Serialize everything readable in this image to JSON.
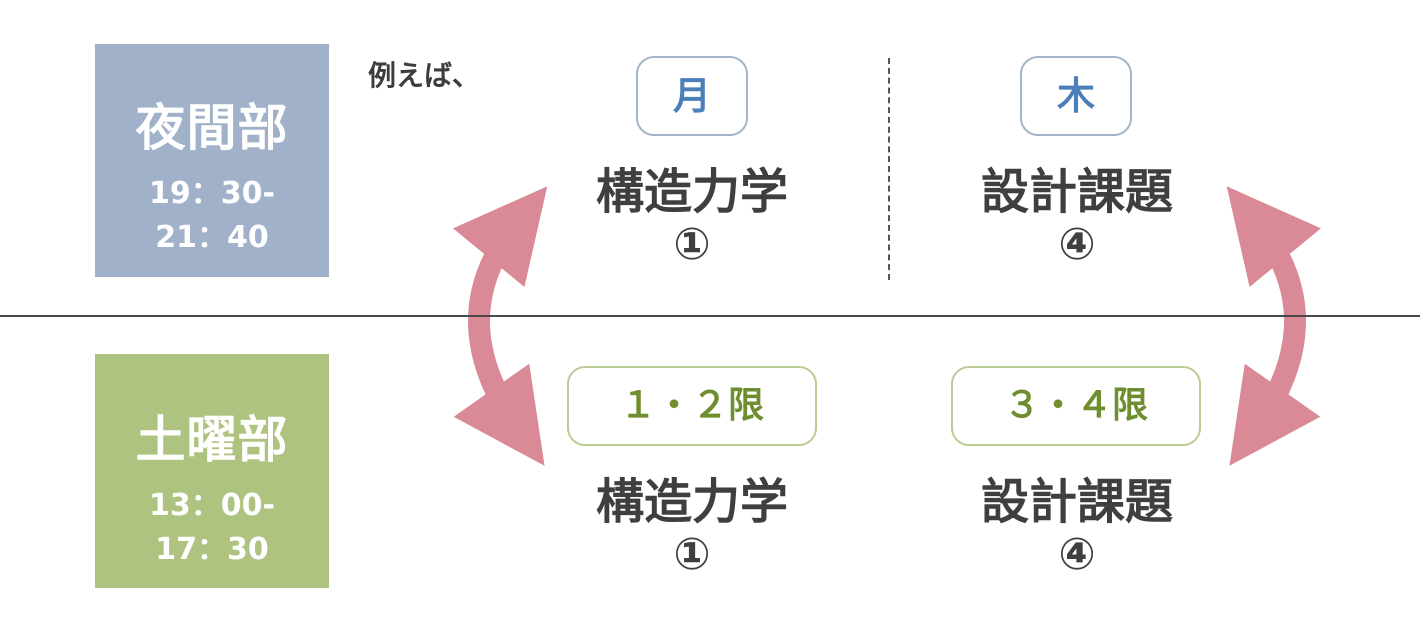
{
  "sessions": {
    "night": {
      "name": "夜間部",
      "time_line1": "19：30-",
      "time_line2": "21：40"
    },
    "saturday": {
      "name": "土曜部",
      "time_line1": "13：00-",
      "time_line2": "17：30"
    }
  },
  "example_label": "例えば、",
  "night_row": {
    "days": [
      {
        "label": "月",
        "subject": "構造力学",
        "number": "①"
      },
      {
        "label": "木",
        "subject": "設計課題",
        "number": "④"
      }
    ]
  },
  "saturday_row": {
    "periods": [
      {
        "label": "１・２限",
        "subject": "構造力学",
        "number": "①"
      },
      {
        "label": "３・４限",
        "subject": "設計課題",
        "number": "④"
      }
    ]
  },
  "colors": {
    "night_box": "#a0b1c9",
    "saturday_box": "#aec37f",
    "day_text": "#4a7fba",
    "period_text": "#6f8e2f",
    "arrow": "#d98a96"
  }
}
